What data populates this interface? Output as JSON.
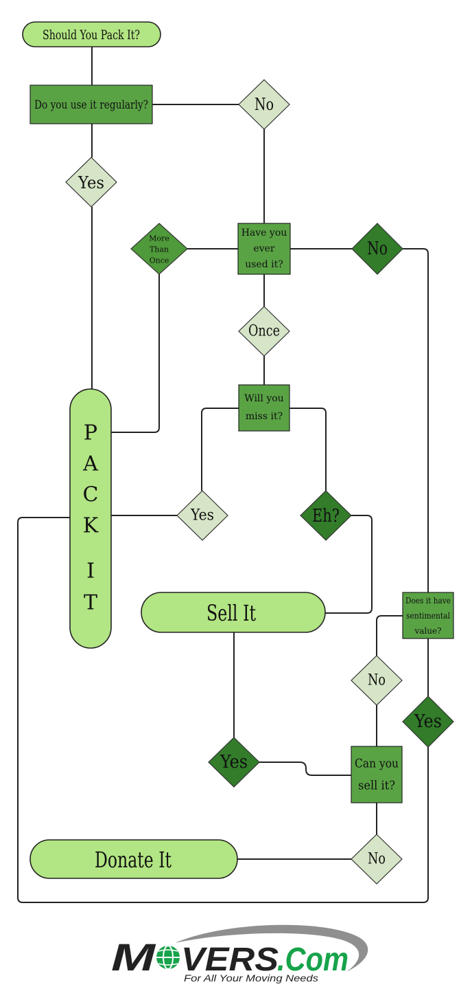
{
  "title": "Should You Pack It?",
  "q_use_regularly": "Do you use it regularly?",
  "q_ever_used": [
    "Have you",
    "ever",
    "used it?"
  ],
  "q_miss_it": [
    "Will you",
    "miss it?"
  ],
  "q_sentimental": [
    "Does it have",
    "sentimental",
    "value?"
  ],
  "q_sell": [
    "Can you",
    "sell it?"
  ],
  "pack_it": [
    "P",
    "A",
    "C",
    "K",
    "I",
    "T"
  ],
  "sell_it": "Sell It",
  "donate_it": "Donate It",
  "ans_no_regular": "No",
  "ans_yes_regular": "Yes",
  "ans_more_than_once": [
    "More",
    "Than",
    "Once"
  ],
  "ans_never": "No",
  "ans_once": "Once",
  "ans_miss_yes": "Yes",
  "ans_miss_eh": "Eh?",
  "ans_sentimental_no": "No",
  "ans_sentimental_yes": "Yes",
  "ans_sell_yes": "Yes",
  "ans_sell_no": "No",
  "logo": {
    "brand": "MOVERS.Com",
    "brand_m": "M",
    "brand_vers": "VERS",
    "brand_com": ".Com",
    "tagline": "For All Your Moving Needs"
  },
  "colors": {
    "pill": "#b2e583",
    "box": "#5aa345",
    "diamond_light": "#d6e5c7",
    "diamond_medium": "#4f9a3a",
    "diamond_dark": "#327c2a",
    "logo_green": "#16a34a",
    "logo_dark": "#222222"
  }
}
